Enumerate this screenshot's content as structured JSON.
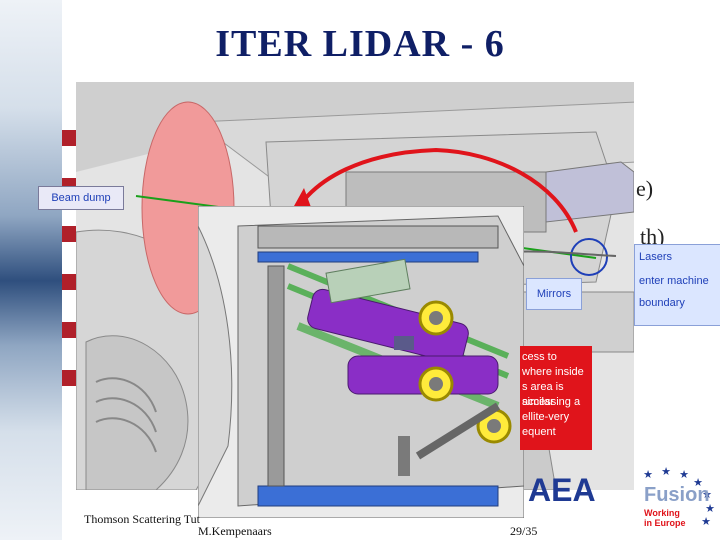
{
  "slide": {
    "title": "ITER LIDAR - 6"
  },
  "background_fragments": {
    "frag1": "e)",
    "frag2": "th)"
  },
  "labels": {
    "beam_dump": "Beam dump",
    "lasers": "Lasers",
    "enter_machine": "enter machine",
    "boundary": "boundary",
    "mirrors": "Mirrors",
    "access_note": [
      "cess to",
      "where inside",
      "s area is similar",
      "accessing a",
      "ellite-very",
      "equent"
    ]
  },
  "footer": {
    "left_text": "Thomson Scattering Tut",
    "author": "M.Kempenaars",
    "page": "29/35"
  },
  "logos": {
    "efda_fragment": "AEA",
    "fusion": "Fusion",
    "tagline_1": "Working",
    "tagline_2": "in Europe"
  },
  "colors": {
    "title": "#0f1f66",
    "bullet": "#b0202a",
    "callout_red": "#e0141b",
    "label_blue": "#1e3fb8"
  }
}
